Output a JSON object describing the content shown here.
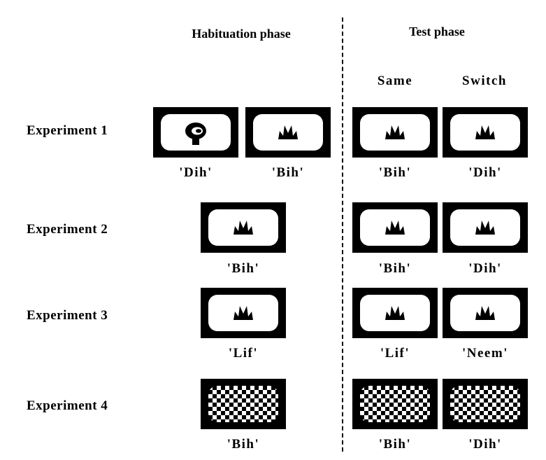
{
  "headers": {
    "habituation": "Habituation phase",
    "test": "Test phase",
    "same": "Same",
    "switch": "Switch"
  },
  "experiments": [
    {
      "label": "Experiment 1",
      "habituation": [
        {
          "object": "ring-object",
          "word": "'Dih'"
        },
        {
          "object": "crown-object",
          "word": "'Bih'"
        }
      ],
      "test_same": {
        "object": "crown-object",
        "word": "'Bih'"
      },
      "test_switch": {
        "object": "crown-object",
        "word": "'Dih'"
      }
    },
    {
      "label": "Experiment 2",
      "habituation": [
        {
          "object": "crown-object",
          "word": "'Bih'"
        }
      ],
      "test_same": {
        "object": "crown-object",
        "word": "'Bih'"
      },
      "test_switch": {
        "object": "crown-object",
        "word": "'Dih'"
      }
    },
    {
      "label": "Experiment 3",
      "habituation": [
        {
          "object": "crown-object",
          "word": "'Lif'"
        }
      ],
      "test_same": {
        "object": "crown-object",
        "word": "'Lif'"
      },
      "test_switch": {
        "object": "crown-object",
        "word": "'Neem'"
      }
    },
    {
      "label": "Experiment 4",
      "habituation": [
        {
          "object": "checkerboard",
          "word": "'Bih'"
        }
      ],
      "test_same": {
        "object": "checkerboard",
        "word": "'Bih'"
      },
      "test_switch": {
        "object": "checkerboard",
        "word": "'Dih'"
      }
    }
  ],
  "colors": {
    "ink": "#000000",
    "paper": "#ffffff"
  }
}
